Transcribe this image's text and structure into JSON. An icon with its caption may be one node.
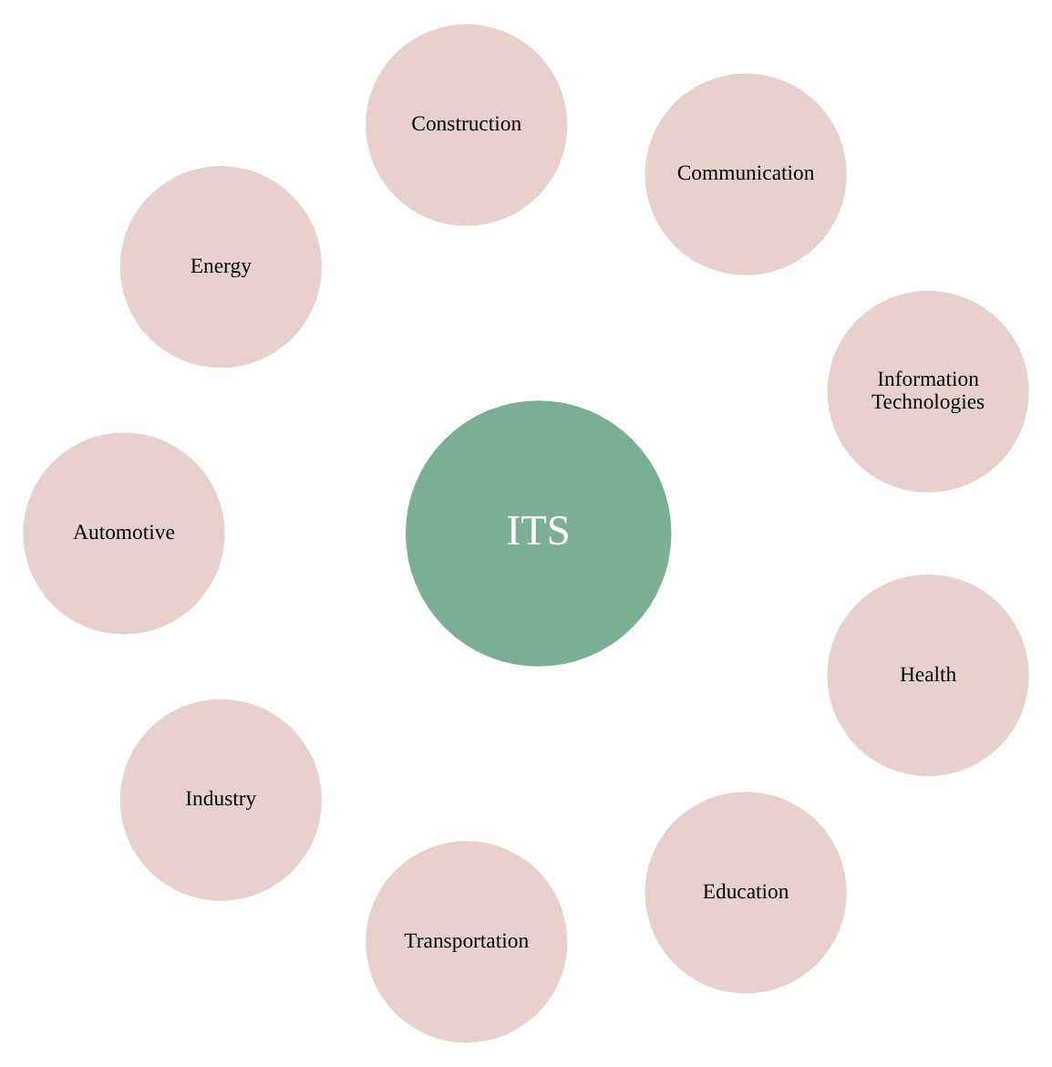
{
  "diagram": {
    "nodes": [
      {
        "text": [
          "Information Technologies"
        ]
      },
      {
        "text": [
          "Communication"
        ]
      },
      {
        "text": [
          "Construction"
        ]
      },
      {
        "text": [
          "Energy"
        ]
      },
      {
        "text": [
          "ITS"
        ]
      },
      {
        "text": [
          "Automotive"
        ]
      },
      {
        "text": [
          "Industry"
        ]
      },
      {
        "text": [
          "Transportation"
        ]
      },
      {
        "text": [
          "Education"
        ]
      },
      {
        "text": [
          "Health"
        ]
      }
    ]
  }
}
